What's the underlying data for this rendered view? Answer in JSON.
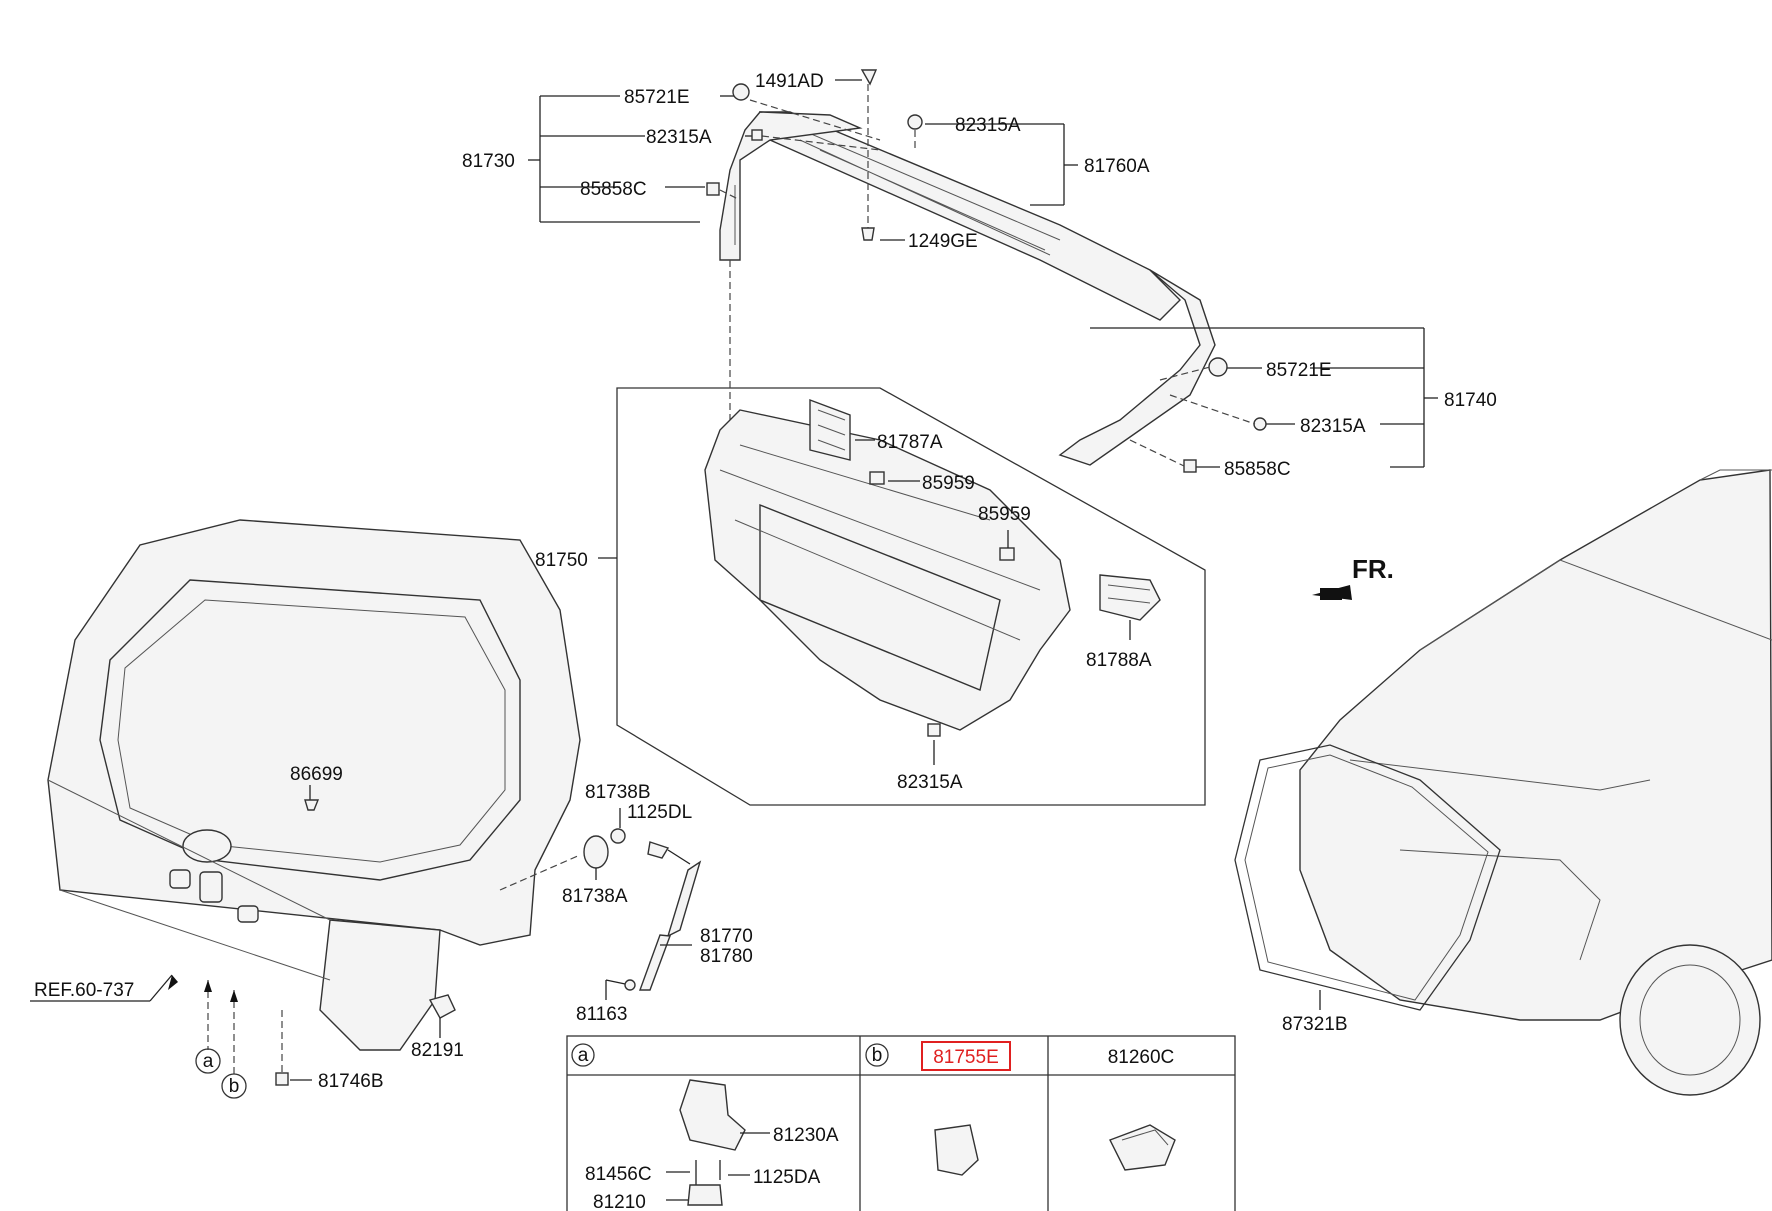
{
  "labels": {
    "p85721E_top": "85721E",
    "p1491AD": "1491AD",
    "p82315A_topl": "82315A",
    "p82315A_topr": "82315A",
    "p81730": "81730",
    "p85858C_top": "85858C",
    "p81760A": "81760A",
    "p1249GE": "1249GE",
    "p85721E_r": "85721E",
    "p81740": "81740",
    "p82315A_r": "82315A",
    "p85858C_r": "85858C",
    "p81787A": "81787A",
    "p85959_a": "85959",
    "p85959_b": "85959",
    "p81750": "81750",
    "p81788A": "81788A",
    "p82315A_bot": "82315A",
    "fr": "FR.",
    "p86699": "86699",
    "p81738B": "81738B",
    "p1125DL": "1125DL",
    "p81738A": "81738A",
    "p81770": "81770",
    "p81780": "81780",
    "ref": "REF.60-737",
    "p81163": "81163",
    "p82191": "82191",
    "p81746B": "81746B",
    "p87321B": "87321B",
    "circle_a": "a",
    "circle_b": "b"
  },
  "table": {
    "col_a": "a",
    "col_b": "b",
    "h_b_part": "81755E",
    "h_c_part": "81260C",
    "p81230A": "81230A",
    "p81456C": "81456C",
    "p1125DA": "1125DA",
    "p81210": "81210"
  },
  "colors": {
    "highlight": "#e02020",
    "line": "#222222"
  }
}
